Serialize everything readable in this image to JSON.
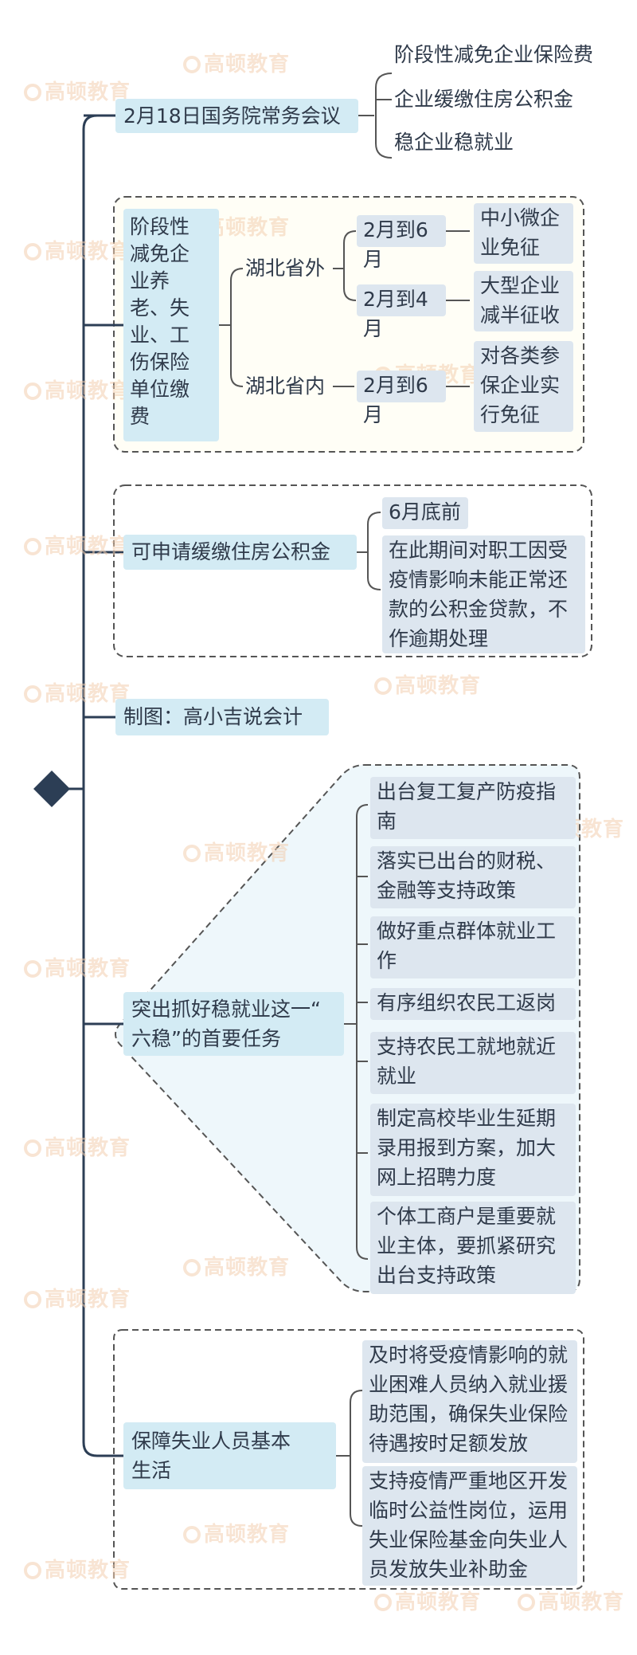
{
  "watermark": "高顿教育",
  "colors": {
    "line": "#2c3e55",
    "box_fill": "#d3ebf4",
    "leaf_fill": "#dde6ef",
    "dash": "#4a4a4a",
    "diamond": "#2c3e55"
  },
  "branch1": {
    "label": "2月18日国务院常务会议",
    "children": [
      "阶段性减免企业保险费",
      "企业缓缴住房公积金",
      "稳企业稳就业"
    ]
  },
  "branch2": {
    "label": "阶段性减免企业养老、失业、工伤保险单位缴费",
    "label_lines": [
      "阶段性",
      "减免企",
      "业养",
      "老、失",
      "业、工",
      "伤保险",
      "单位缴",
      "费"
    ],
    "hubei_out": "湖北省外",
    "hubei_in": "湖北省内",
    "p1": "2月到6月",
    "p1_result": [
      "中小微企",
      "业免征"
    ],
    "p2": "2月到4月",
    "p2_result": [
      "大型企业",
      "减半征收"
    ],
    "p3": "2月到6月",
    "p3_result": [
      "对各类参",
      "保企业实",
      "行免征"
    ]
  },
  "branch3": {
    "label": "可申请缓缴住房公积金",
    "deadline": "6月底前",
    "note_lines": [
      "在此期间对职工因受",
      "疫情影响未能正常还",
      "款的公积金贷款，不",
      "作逾期处理"
    ]
  },
  "branch4": {
    "label": "制图：高小吉说会计"
  },
  "branch5": {
    "label_lines": [
      "突出抓好稳就业这一“",
      "六稳”的首要任务"
    ],
    "items": [
      [
        "出台复工复产防疫指",
        "南"
      ],
      [
        "落实已出台的财税、",
        "金融等支持政策"
      ],
      [
        "做好重点群体就业工",
        "作"
      ],
      [
        "有序组织农民工返岗"
      ],
      [
        "支持农民工就地就近",
        "就业"
      ],
      [
        "制定高校毕业生延期",
        "录用报到方案，加大",
        "网上招聘力度"
      ],
      [
        "个体工商户是重要就",
        "业主体，要抓紧研究",
        "出台支持政策"
      ]
    ]
  },
  "branch6": {
    "label_lines": [
      "保障失业人员基本",
      "生活"
    ],
    "items": [
      [
        "及时将受疫情影响的就",
        "业困难人员纳入就业援",
        "助范围，确保失业保险",
        "待遇按时足额发放"
      ],
      [
        "支持疫情严重地区开发",
        "临时公益性岗位，运用",
        "失业保险基金向失业人",
        "员发放失业补助金"
      ]
    ]
  }
}
